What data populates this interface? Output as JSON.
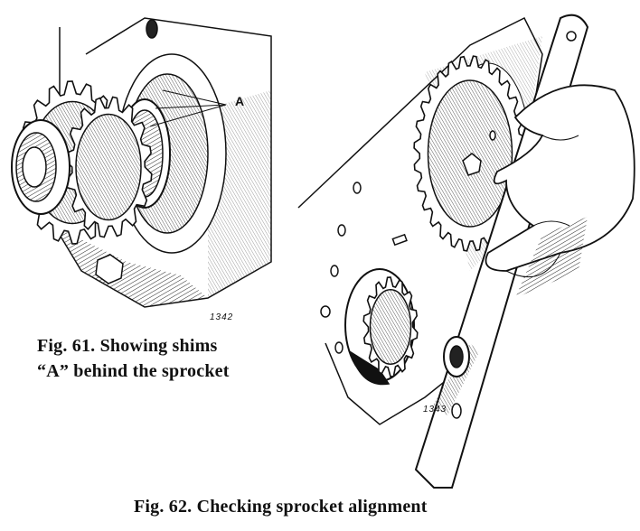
{
  "figure61": {
    "callout_label": "A",
    "drawing_number": "1342",
    "caption_line1": "Fig. 61.   Showing shims",
    "caption_line2": "“A” behind the sprocket"
  },
  "figure62": {
    "drawing_number": "1343",
    "caption": "Fig. 62.    Checking sprocket alignment"
  }
}
